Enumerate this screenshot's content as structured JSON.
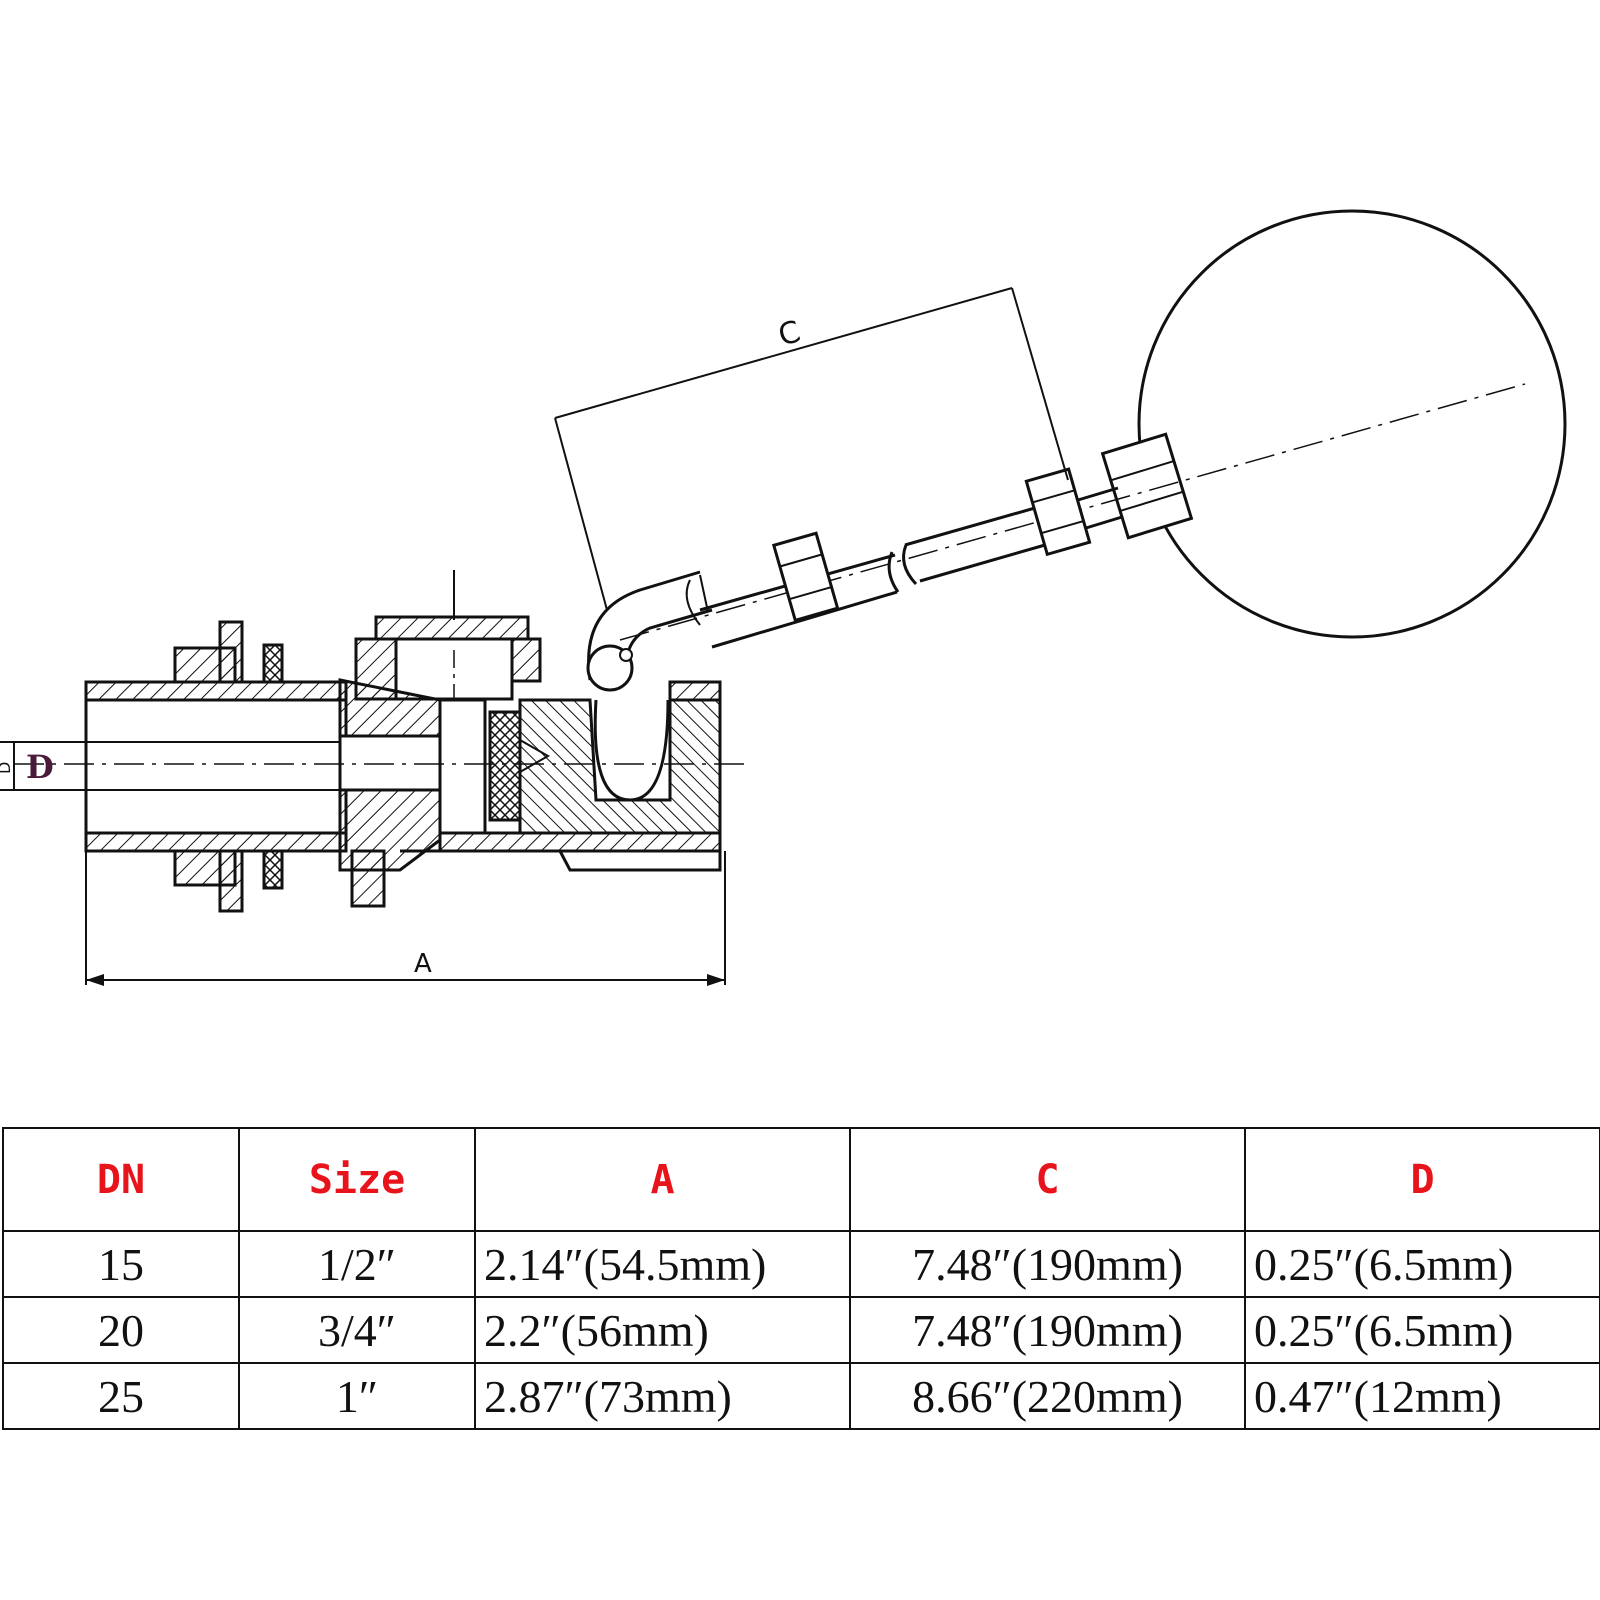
{
  "diagram": {
    "label_c": "C",
    "label_a": "A",
    "label_d": "D",
    "label_d_small": "D"
  },
  "table": {
    "headers": [
      "DN",
      "Size",
      "A",
      "C",
      "D"
    ],
    "rows": [
      [
        "15",
        "1/2″",
        "2.14″(54.5mm)",
        "7.48″(190mm)",
        "0.25″(6.5mm)"
      ],
      [
        "20",
        "3/4″",
        "2.2″(56mm)",
        "7.48″(190mm)",
        "0.25″(6.5mm)"
      ],
      [
        "25",
        "1″",
        "2.87″(73mm)",
        "8.66″(220mm)",
        "0.47″(12mm)"
      ]
    ]
  },
  "colors": {
    "header_text": "#e8141c",
    "label_d": "#4a1a3a",
    "line": "#111111"
  }
}
